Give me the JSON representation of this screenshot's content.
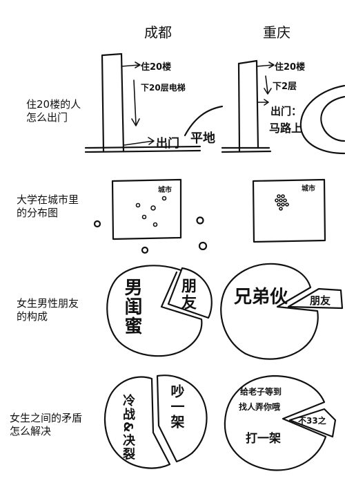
{
  "columns": {
    "left": "成都",
    "right": "重庆"
  },
  "rows": {
    "r1": "住20楼的人\n怎么出门",
    "r2": "大学在城市里\n的分布图",
    "r3": "女生男性朋友\n的构成",
    "r4": "女生之间的矛盾\n怎么解决"
  },
  "chengdu": {
    "live20": "住20楼",
    "down20": "下20层电梯",
    "exit": "出门",
    "flat": "平地",
    "city": "城市",
    "male_bestie": "男闺蜜",
    "friend": "朋友",
    "cold_war": "冷战&决裂",
    "quarrel": "吵一架"
  },
  "chongqing": {
    "live20": "住20楼",
    "down2": "下2层",
    "exit": "出门：",
    "road": "马路上",
    "city": "城市",
    "buddy": "兄弟伙",
    "friend": "朋友",
    "wait": "给老子等到",
    "find": "找人弄你哦",
    "fight": "打一架",
    "never_mind": "不33之"
  }
}
